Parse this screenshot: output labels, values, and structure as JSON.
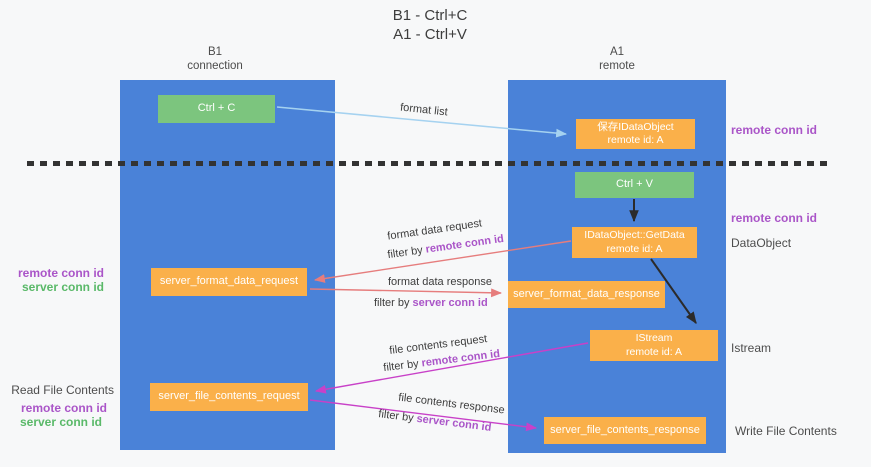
{
  "title": {
    "line1": "B1 - Ctrl+C",
    "line2": "A1 - Ctrl+V"
  },
  "lifelines": {
    "left": {
      "name": "B1",
      "role": "connection"
    },
    "right": {
      "name": "A1",
      "role": "remote"
    }
  },
  "boxes": {
    "ctrl_c": {
      "label": "Ctrl + C"
    },
    "save_dataobject": {
      "title": "保存IDataObject",
      "subtitle": "remote id: A"
    },
    "ctrl_v": {
      "label": "Ctrl + V"
    },
    "getdata": {
      "title": "IDataObject::GetData",
      "subtitle": "remote id: A"
    },
    "server_format_data_request": {
      "label": "server_format_data_request"
    },
    "server_format_data_response": {
      "label": "server_format_data_response"
    },
    "istream": {
      "title": "IStream",
      "subtitle": "remote id: A"
    },
    "server_file_contents_request": {
      "label": "server_file_contents_request"
    },
    "server_file_contents_response": {
      "label": "server_file_contents_response"
    }
  },
  "messages": {
    "format_list": {
      "label": "format list"
    },
    "format_data_request": {
      "label": "format data request",
      "filter_prefix": "filter by",
      "filter_key": "remote conn id"
    },
    "format_data_response": {
      "label": "format data response",
      "filter_prefix": "filter by",
      "filter_key": "server conn id"
    },
    "file_contents_request": {
      "label": "file contents request",
      "filter_prefix": "filter by",
      "filter_key": "remote conn id"
    },
    "file_contents_response": {
      "label": "file contents response",
      "filter_prefix": "filter by",
      "filter_key": "server conn id"
    }
  },
  "annotations": {
    "remote_conn_id_top": "remote conn id",
    "remote_conn_id_mid": "remote conn id",
    "dataobject": "DataObject",
    "istream": "Istream",
    "write_file_contents": "Write File Contents",
    "read_file_contents": "Read File Contents",
    "format_note": {
      "remote": "remote conn id",
      "server": "server conn id"
    },
    "file_note": {
      "remote": "remote conn id",
      "server": "server conn id"
    }
  },
  "colors": {
    "lifeline_blue": "#4a82d8",
    "action_green": "#7cc57e",
    "message_orange": "#fab04a",
    "remote_conn_purple": "#aa55c8",
    "server_conn_green": "#5ab969",
    "format_arrow_red": "#e67d7d",
    "file_arrow_magenta": "#c841c8",
    "format_list_blue": "#a5d2f0",
    "black_arrow": "#2b2b2b",
    "background": "#f7f8f9"
  }
}
